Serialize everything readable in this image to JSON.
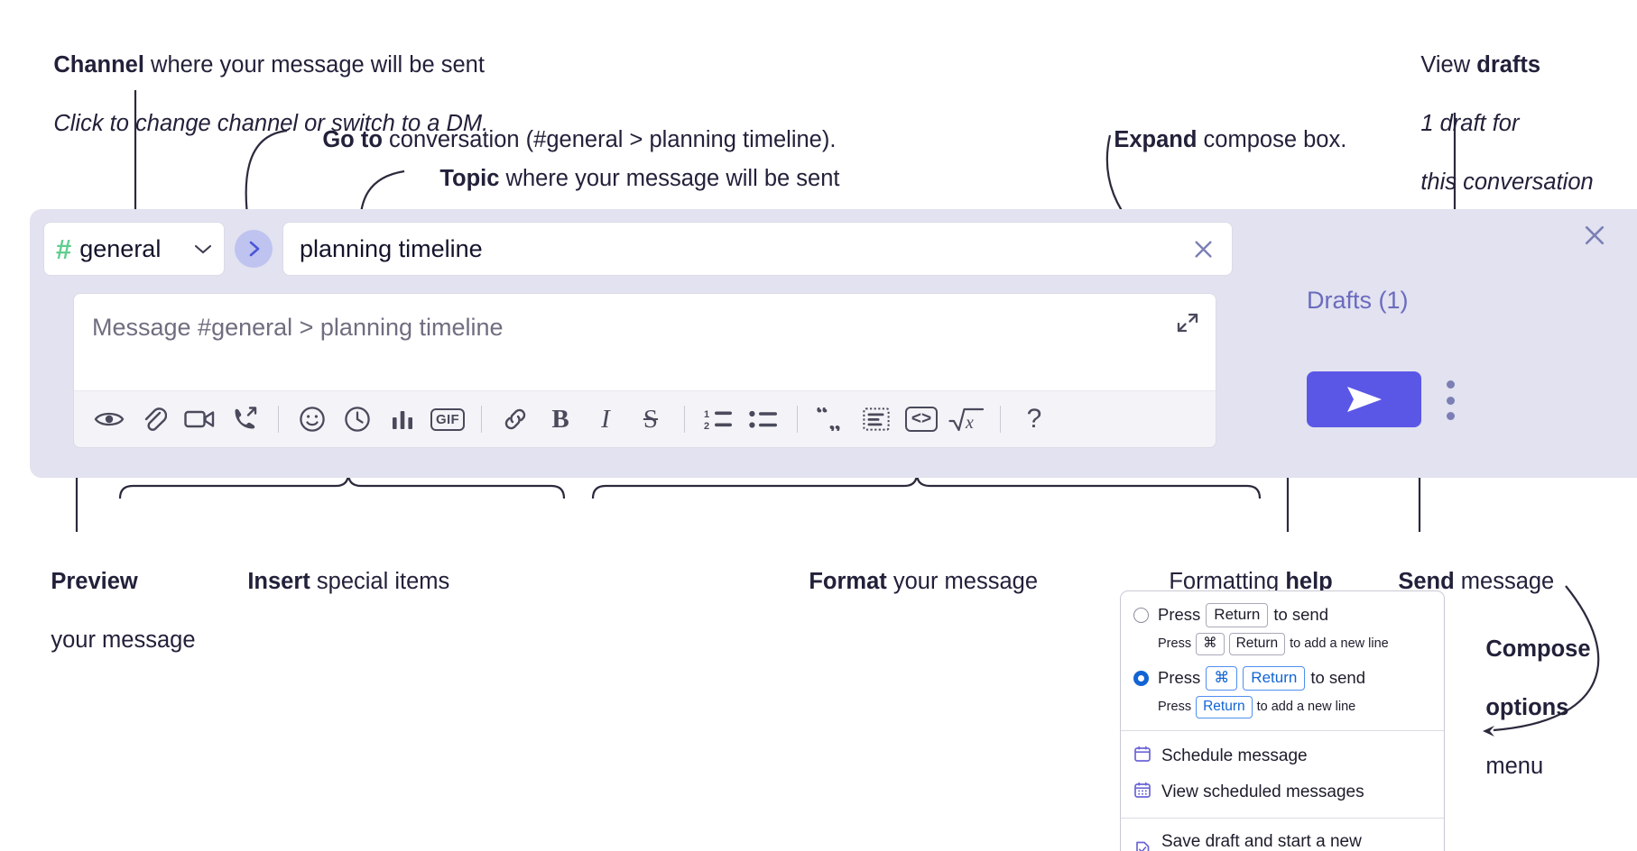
{
  "annotations": {
    "channel": {
      "bold": "Channel",
      "rest": " where your message will be sent",
      "italic": "Click to change channel or switch to a DM."
    },
    "goto": {
      "bold": "Go to",
      "rest": " conversation (#general > planning timeline)."
    },
    "topic": {
      "bold": "Topic",
      "rest": " where your message will be sent"
    },
    "expand": {
      "bold": "Expand",
      "rest": " compose box."
    },
    "drafts": {
      "bold_lead": "View ",
      "bold": "drafts",
      "italic_l1": "1 draft for",
      "italic_l2": "this conversation"
    },
    "preview": {
      "bold": "Preview",
      "rest": "your message"
    },
    "insert": {
      "bold": "Insert",
      "rest": " special items"
    },
    "format": {
      "bold": "Format",
      "rest": " your message"
    },
    "formatting_help": {
      "lead": "Formatting ",
      "bold": "help"
    },
    "send": {
      "bold": "Send",
      "rest": " message"
    },
    "compose_options": {
      "bold_l1": "Compose",
      "bold_l2": "options",
      "rest": "menu"
    }
  },
  "compose": {
    "channel_name": "general",
    "hash_symbol": "#",
    "topic_value": "planning timeline",
    "message_placeholder": "Message #general > planning timeline",
    "drafts_label": "Drafts (1)",
    "icons": {
      "channel_chevron": "chevron-down-icon",
      "goto": "go-to-conversation-icon",
      "topic_clear": "close-icon",
      "expand": "expand-icon",
      "panel_close": "close-icon",
      "send": "send-icon",
      "kebab": "compose-options-icon"
    },
    "toolbar": [
      {
        "name": "preview-icon",
        "label": "Preview"
      },
      {
        "name": "attachment-icon",
        "label": "Attach file"
      },
      {
        "name": "video-icon",
        "label": "Record video clip"
      },
      {
        "name": "audio-clip-icon",
        "label": "Record audio clip"
      },
      {
        "name": "separator",
        "label": ""
      },
      {
        "name": "emoji-icon",
        "label": "Emoji"
      },
      {
        "name": "reminder-icon",
        "label": "Reminder"
      },
      {
        "name": "poll-icon",
        "label": "Poll"
      },
      {
        "name": "gif-icon",
        "label": "GIF"
      },
      {
        "name": "separator",
        "label": ""
      },
      {
        "name": "link-icon",
        "label": "Link"
      },
      {
        "name": "bold-icon",
        "label": "B"
      },
      {
        "name": "italic-icon",
        "label": "I"
      },
      {
        "name": "strikethrough-icon",
        "label": "S"
      },
      {
        "name": "separator",
        "label": ""
      },
      {
        "name": "ordered-list-icon",
        "label": "Ordered list"
      },
      {
        "name": "bulleted-list-icon",
        "label": "Bulleted list"
      },
      {
        "name": "separator",
        "label": ""
      },
      {
        "name": "blockquote-icon",
        "label": "Blockquote"
      },
      {
        "name": "code-block-icon",
        "label": "Code block"
      },
      {
        "name": "code-icon",
        "label": "Code"
      },
      {
        "name": "math-icon",
        "label": "Math"
      },
      {
        "name": "separator",
        "label": ""
      },
      {
        "name": "help-icon",
        "label": "?"
      }
    ],
    "gif_label": "GIF",
    "bold_label": "B",
    "italic_label": "I",
    "strike_label": "S",
    "code_label": "<>",
    "help_label": "?"
  },
  "menu": {
    "option1": {
      "press": "Press",
      "key": "Return",
      "tail": "to send",
      "sub_press": "Press",
      "sub_key1": "⌘",
      "sub_key2": "Return",
      "sub_tail": "to add a new line",
      "selected": false
    },
    "option2": {
      "press": "Press",
      "key1": "⌘",
      "key2": "Return",
      "tail": "to send",
      "sub_press": "Press",
      "sub_key": "Return",
      "sub_tail": "to add a new line",
      "selected": true
    },
    "items": [
      {
        "icon": "calendar-icon",
        "label": "Schedule message"
      },
      {
        "icon": "calendar-grid-icon",
        "label": "View scheduled messages"
      },
      {
        "icon": "save-draft-icon",
        "label": "Save draft and start a new message"
      }
    ]
  },
  "colors": {
    "panel_bg": "#e2e2f0",
    "send_button": "#5a57e6",
    "drafts_text": "#6b6bbf",
    "hash_green": "#5ecf8f",
    "goto_circle": "#bfc3ef",
    "radio_blue": "#1264d4",
    "menu_icon": "#6b66d6"
  }
}
